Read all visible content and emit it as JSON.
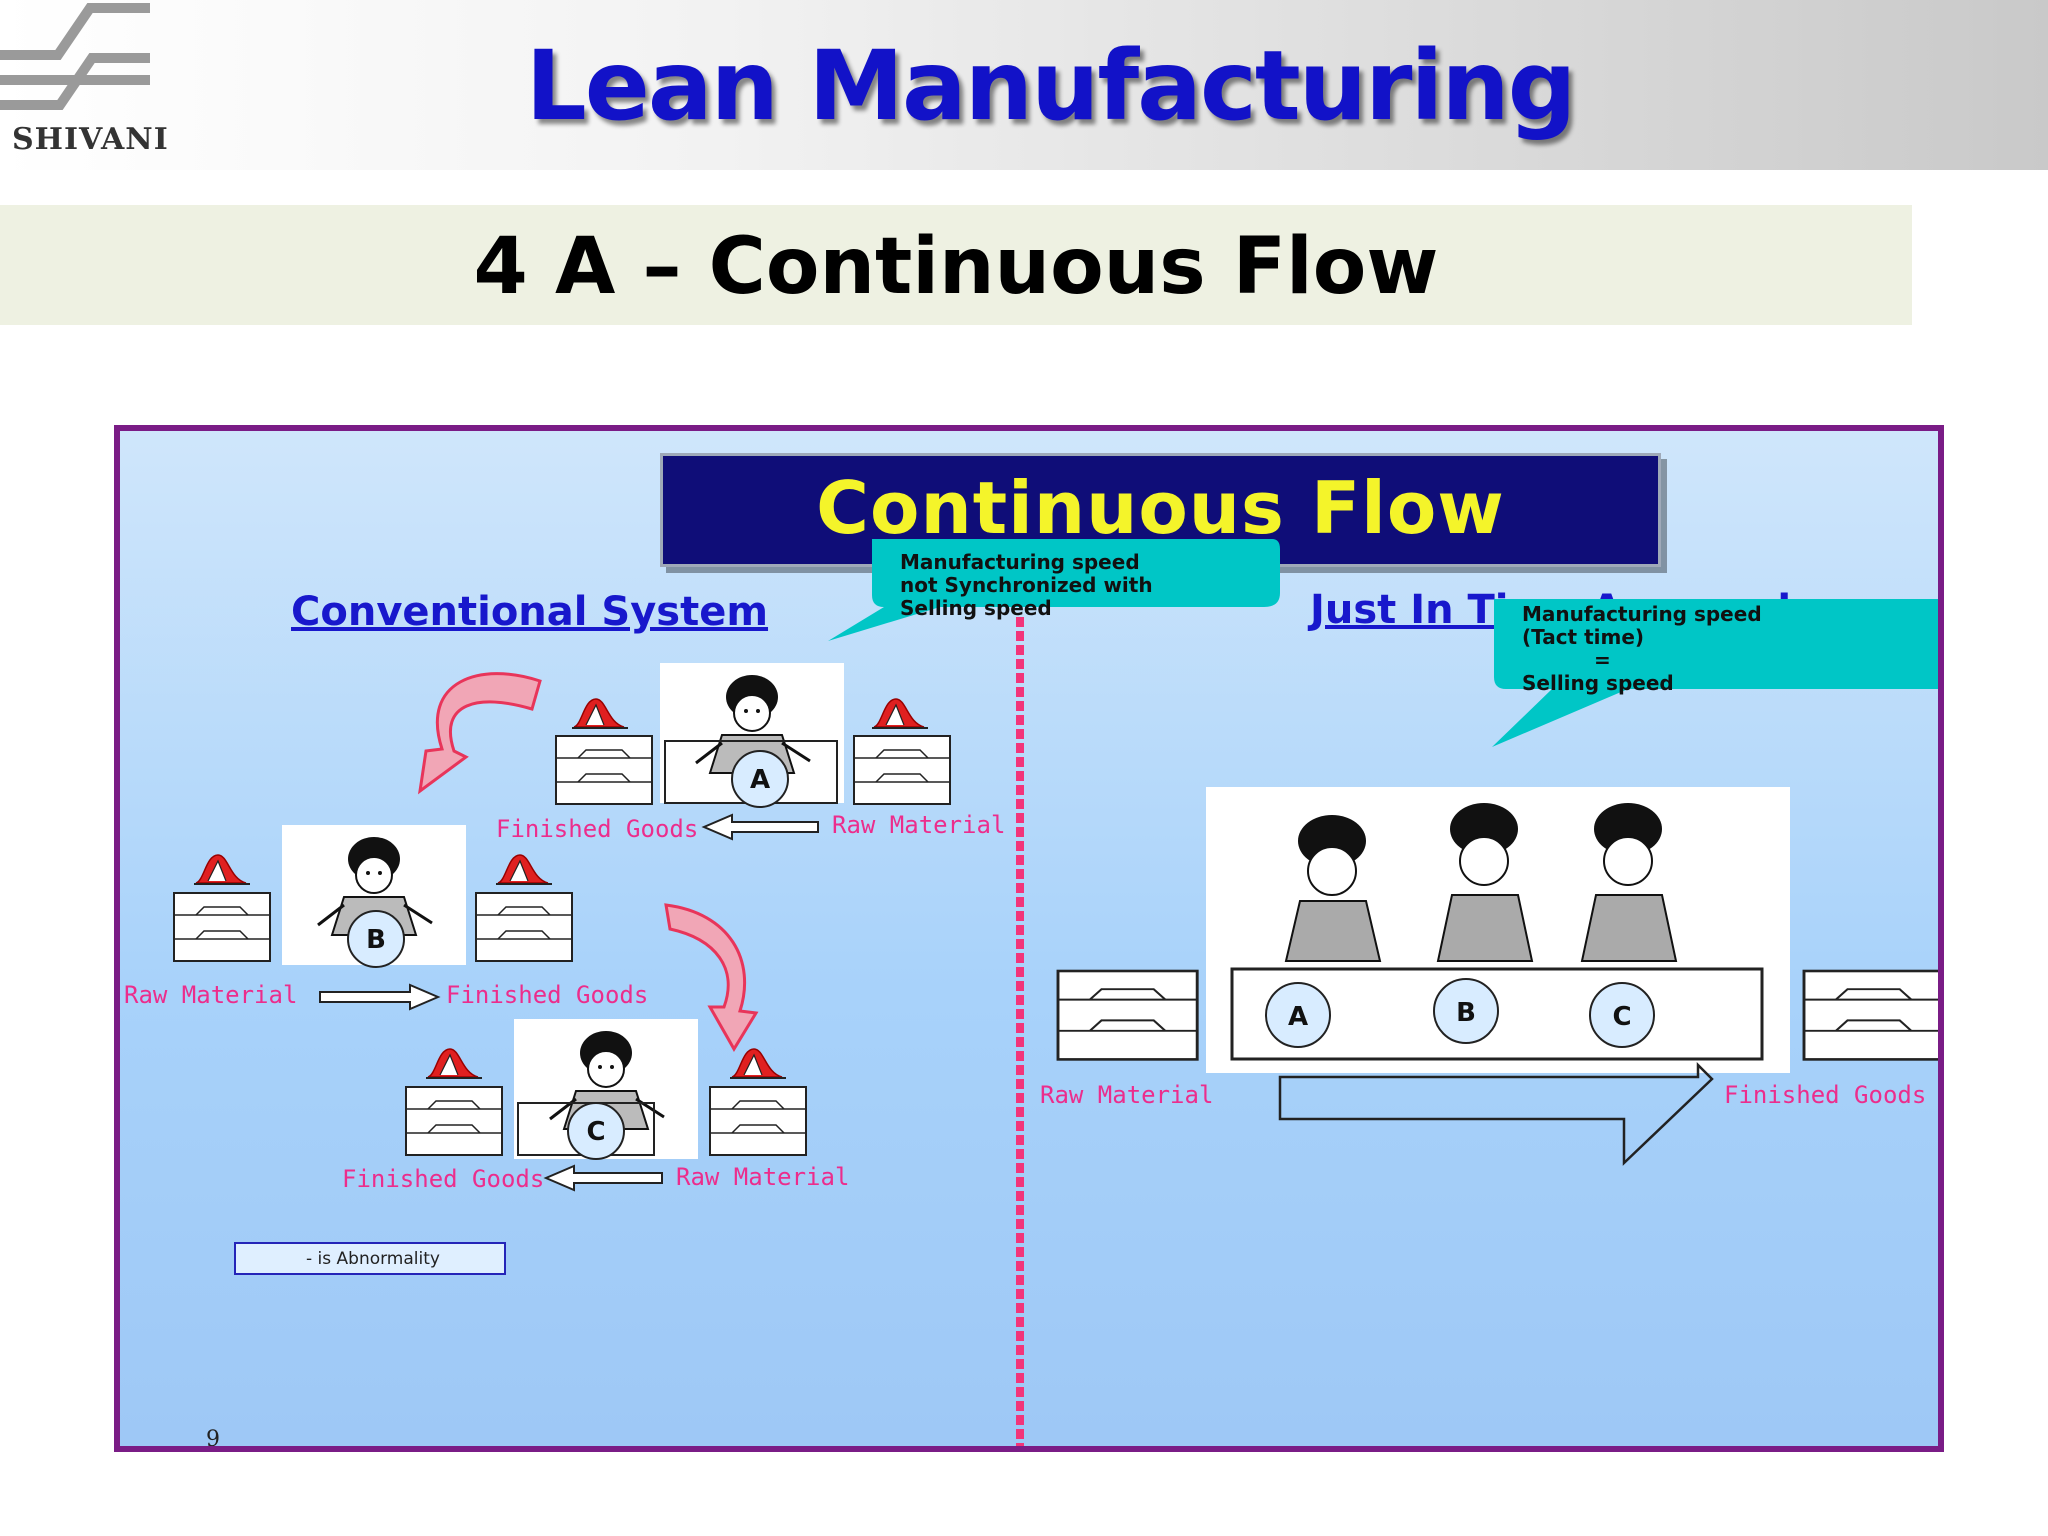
{
  "header": {
    "logo_text": "SHIVANI",
    "title": "Lean Manufacturing"
  },
  "subtitle": "4 A –  Continuous Flow",
  "panel": {
    "banner": "Continuous Flow",
    "left_heading": "Conventional System",
    "right_heading": "Just In Time Approach",
    "left_callout": [
      "Manufacturing speed",
      "not Synchronized with",
      "Selling speed"
    ],
    "right_callout": [
      "Manufacturing speed",
      "(Tact time)",
      "=",
      "Selling speed"
    ],
    "stations": {
      "a": {
        "letter": "A",
        "output": "Finished Goods",
        "input": "Raw Material"
      },
      "b": {
        "letter": "B",
        "input": "Raw Material",
        "output": "Finished Goods"
      },
      "c": {
        "letter": "C",
        "output": "Finished Goods",
        "input": "Raw Material"
      }
    },
    "jit": {
      "letters": [
        "A",
        "B",
        "C"
      ],
      "input": "Raw Material",
      "output": "Finished Goods"
    },
    "legend": "- is Abnormality",
    "page_number": "9",
    "colors": {
      "heading": "#1818cc",
      "banner_bg": "#0f0d78",
      "banner_text": "#f4f42a",
      "callout": "#00c6c6",
      "label": "#ec2d8c",
      "border": "#7a1c86"
    }
  }
}
